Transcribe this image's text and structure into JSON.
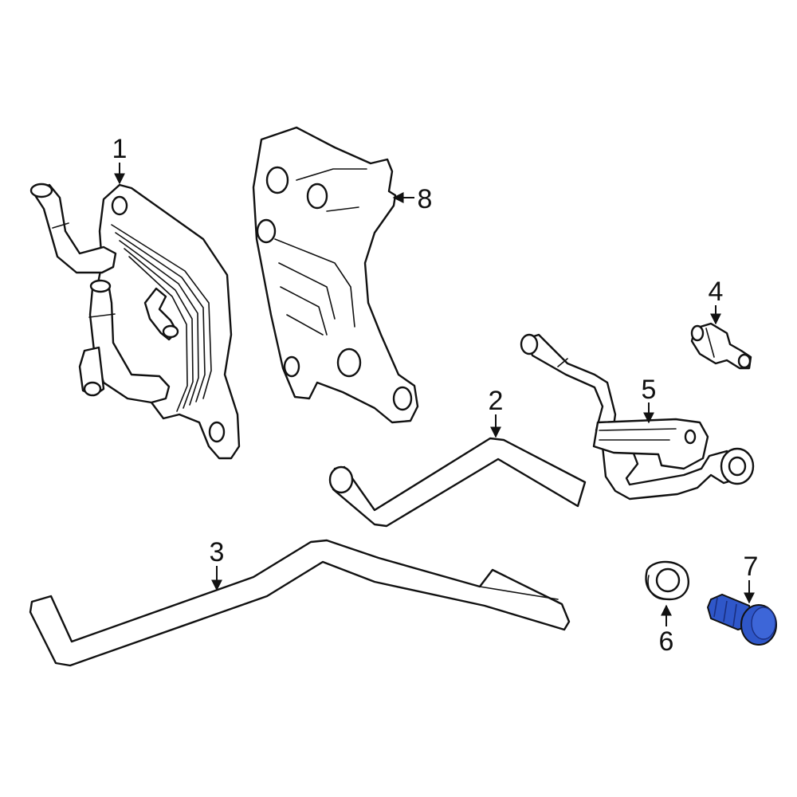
{
  "accent_color": "#2f57c9",
  "highlighted_part": "7",
  "callouts": [
    {
      "id": "c1",
      "label": "1"
    },
    {
      "id": "c2",
      "label": "2"
    },
    {
      "id": "c3",
      "label": "3"
    },
    {
      "id": "c4",
      "label": "4"
    },
    {
      "id": "c5",
      "label": "5"
    },
    {
      "id": "c6",
      "label": "6"
    },
    {
      "id": "c7",
      "label": "7"
    },
    {
      "id": "c8",
      "label": "8"
    }
  ]
}
